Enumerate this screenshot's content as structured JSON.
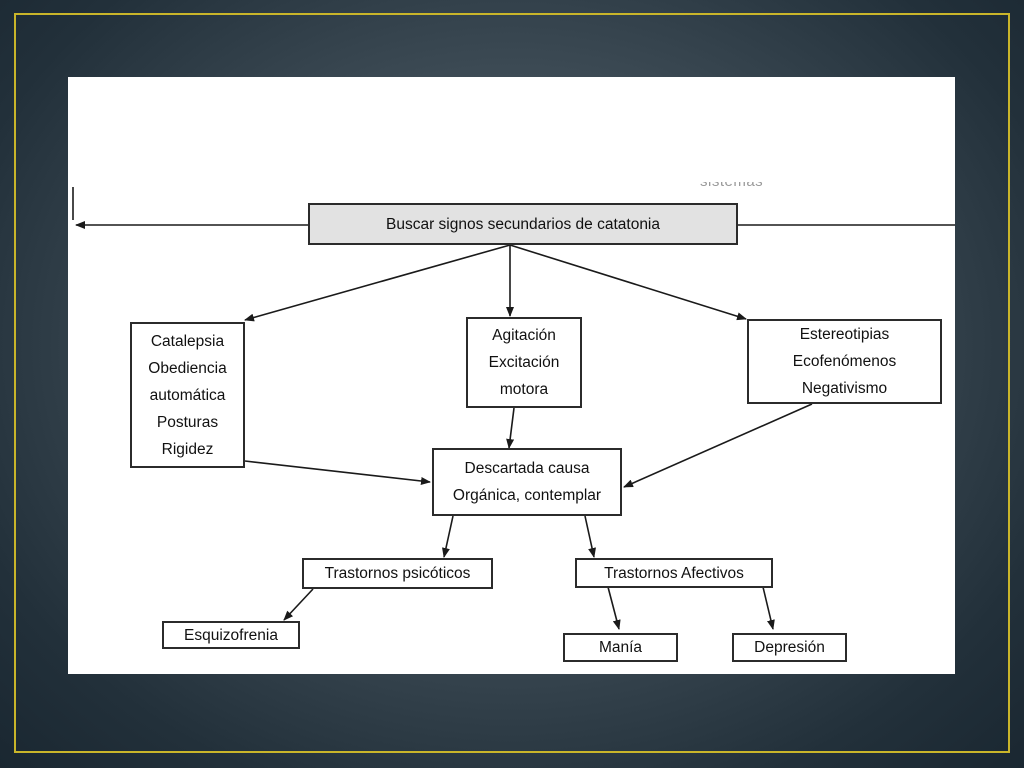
{
  "diagram": {
    "partial_header_text": "sistemas",
    "nodes": {
      "secondary_signs": "Buscar signos secundarios de catatonia",
      "catalepsy": "Catalepsia\nObediencia\nautomática\nPosturas\nRigidez",
      "agitation": "Agitación\nExcitación\nmotora",
      "stereotypies": "Estereotipias\nEcofenómenos\nNegativismo",
      "organic_cause": "Descartada causa\nOrgánica, contemplar",
      "psychotic_disorders": "Trastornos psicóticos",
      "affective_disorders": "Trastornos Afectivos",
      "schizophrenia": "Esquizofrenia",
      "mania": "Manía",
      "depression": "Depresión"
    }
  },
  "colors": {
    "frame_border": "#c9b52a",
    "panel_background": "#ffffff",
    "shaded_box": "#e2e2e2",
    "line": "#1a1a1a"
  }
}
